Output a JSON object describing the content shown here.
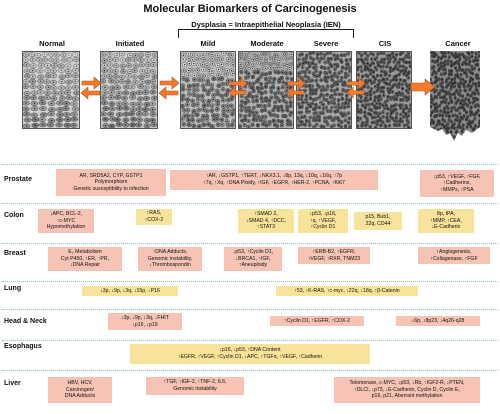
{
  "title": "Molecular Biomarkers of Carcinogenesis",
  "ien_label": "Dysplasia = Intraepithelial Neoplasia (IEN)",
  "stages": [
    {
      "id": "normal",
      "label": "Normal"
    },
    {
      "id": "initiated",
      "label": "Initiated"
    },
    {
      "id": "mild",
      "label": "Mild"
    },
    {
      "id": "moderate",
      "label": "Moderate"
    },
    {
      "id": "severe",
      "label": "Severe"
    },
    {
      "id": "cis",
      "label": "CIS"
    },
    {
      "id": "cancer",
      "label": "Cancer"
    }
  ],
  "colors": {
    "pink": "#f6c3b4",
    "yellow": "#f8e39a",
    "arrow": "#f07a2e",
    "arrow_stroke": "#b2541c",
    "row_line": "#99bbbb"
  },
  "rows": [
    {
      "id": "prostate",
      "label": "Prostate",
      "boxes": [
        {
          "color": "pink",
          "lines": [
            "AR, SRD5A2, CYP, GSTP1",
            "Polymorphism",
            "Genetic susceptibility to infection"
          ]
        },
        {
          "color": "pink",
          "lines": [
            "↑AR, ↓GSTP1, ↑TERT, ↓NKX3.1, ↓8p, 13q, ↓10q, ↓16q, ↑7p",
            "↑7q, ↑Xq, ↑DNA Ploidy, ↑IGF, ↑EGFR, ↑HER-2, ↑PCNA, ↑Ki67"
          ]
        },
        {
          "color": "pink",
          "lines": [
            "↓p53, ↑VEGF, ↑FGF,",
            "↑Cadherins,",
            "↑MMPs, ↑PSA"
          ]
        }
      ]
    },
    {
      "id": "colon",
      "label": "Colon",
      "boxes": [
        {
          "color": "pink",
          "lines": [
            "↓APC, BCL-2,",
            "↑c-MYC",
            "Hypomethylation"
          ]
        },
        {
          "color": "yellow",
          "lines": [
            "↑RAS,",
            "↑COX-2"
          ]
        },
        {
          "color": "yellow",
          "lines": [
            "↑SMAD 2,",
            "↓SMAD 4, ↑DCC,",
            "↑STAT3"
          ]
        },
        {
          "color": "yellow",
          "lines": [
            "↓p53, ↓p16,",
            "↑q, ↑VEGF,",
            "↑Cyclin D1"
          ]
        },
        {
          "color": "yellow",
          "lines": [
            "p15, Bub1,",
            "22q, CD44"
          ]
        },
        {
          "color": "yellow",
          "lines": [
            "8p, tPA,",
            "↑MMP, ↑CEA,",
            "↓E-Cadherin"
          ]
        }
      ]
    },
    {
      "id": "breast",
      "label": "Breast",
      "boxes": [
        {
          "color": "pink",
          "lines": [
            "E₂ Metabolism",
            "Cyt P450, ↑ER, ↑PR,",
            "↓DNA Repair"
          ]
        },
        {
          "color": "pink",
          "lines": [
            "↑DNA Adducts,",
            "Genomic instability,",
            "↓Thrombospondin"
          ]
        },
        {
          "color": "pink",
          "lines": [
            "↓p53, ↑Cyclin D1,",
            "↓BRCA1, ↑IGF,",
            "↑Aneuploidy"
          ]
        },
        {
          "color": "pink",
          "lines": [
            "↑ERB-B2, ↑EGFR,",
            "↑VEGF, ↑RXR, TNM23"
          ]
        },
        {
          "color": "pink",
          "lines": [
            "↑Angiogenesis,",
            "↑Collagenase, ↑FGF"
          ]
        }
      ]
    },
    {
      "id": "lung",
      "label": "Lung",
      "boxes": [
        {
          "color": "yellow",
          "lines": [
            "↓3p, ↓9p, ↓3q, ↓15p, ↓P16"
          ]
        },
        {
          "color": "yellow",
          "lines": [
            "↑53, ↑K-RAS, ↑c-myc, ↓22q, ↓18q, ↑β-Catenin"
          ]
        }
      ]
    },
    {
      "id": "head_neck",
      "label": "Head & Neck",
      "boxes": [
        {
          "color": "pink",
          "lines": [
            "↓3p, ↓9p, ↓3q, ↓FHIT",
            "↓p16, ↓p19"
          ]
        },
        {
          "color": "pink",
          "lines": [
            "↑Cyclin D1, ↑EGFR, ↑COX-2"
          ]
        },
        {
          "color": "pink",
          "lines": [
            "↓6p, ↓8p23, ↓4q26-q28"
          ]
        }
      ]
    },
    {
      "id": "esophagus",
      "label": "Esophagus",
      "boxes": [
        {
          "color": "yellow",
          "lines": [
            "↓p16, ↓p53, ↑DNA Content",
            "↑EGFR, ↑VEGF, ↑Cyclin D1, ↓APC, ↑TGFα, ↑VEGF, ↑Cadherin"
          ]
        }
      ]
    },
    {
      "id": "liver",
      "label": "Liver",
      "boxes": [
        {
          "color": "pink",
          "lines": [
            "HBV, HCV,",
            "Carcinogen/",
            "DNA Adducts"
          ]
        },
        {
          "color": "pink",
          "lines": [
            "↑TGF, ↑IGF-2, ↑TNF-2, IL6,",
            "Genomic instability"
          ]
        },
        {
          "color": "pink",
          "lines": [
            "Telomerase, c-MYC, ↓p53, ↓Rb, ↑IGF2-R, ↓PTEN,",
            "↑DLCI, ↓p73, ↓E-Cadherin, Cyclin D, Cyclin E,",
            "p16, p21, Aberrant methylation"
          ]
        }
      ]
    }
  ]
}
